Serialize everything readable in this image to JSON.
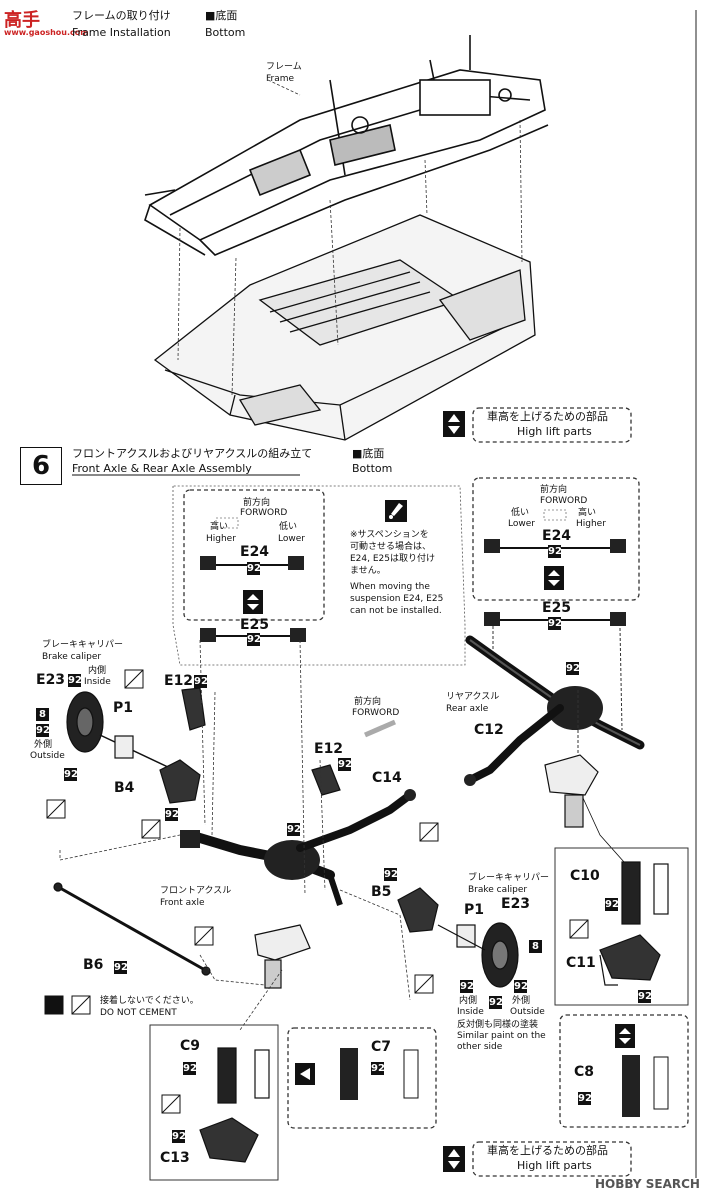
{
  "watermark": {
    "logo": "高手",
    "site": "www.gaoshou.com"
  },
  "step5": {
    "title_jp": "フレームの取り付け",
    "title_en": "Frame Installation",
    "view_jp": "■底面",
    "view_en": "Bottom",
    "frame_jp": "フレーム",
    "frame_en": "Frame",
    "highlift_jp": "車高を上げるための部品",
    "highlift_en": "High lift parts"
  },
  "step6": {
    "number": "6",
    "title_jp": "フロントアクスルおよびリヤアクスルの組み立て",
    "view_jp": "■底面",
    "title_en": "Front Axle & Rear Axle Assembly",
    "view_en": "Bottom",
    "left_box": {
      "dir_jp": "前方向",
      "dir_en": "FORWORD",
      "high_jp": "高い",
      "high_en": "Higher",
      "low_jp": "低い",
      "low_en": "Lower",
      "part": "E24",
      "num": "92"
    },
    "right_box": {
      "dir_jp": "前方向",
      "dir_en": "FORWORD",
      "low_jp": "低い",
      "low_en": "Lower",
      "high_jp": "高い",
      "high_en": "Higher",
      "part": "E24",
      "num": "92"
    },
    "note": {
      "jp1": "※サスペンションを",
      "jp2": "可動させる場合は、",
      "jp3": "E24, E25は取り付け",
      "jp4": "ません。",
      "en1": "When moving the",
      "en2": "suspension E24, E25",
      "en3": "can not be installed."
    },
    "e25_left": {
      "part": "E25",
      "num": "92"
    },
    "e25_right": {
      "part": "E25",
      "num": "92"
    },
    "left_caliper": {
      "jp": "ブレーキキャリパー",
      "en": "Brake caliper",
      "inside_jp": "内側",
      "inside_en": "Inside",
      "outside_jp": "外側",
      "outside_en": "Outside"
    },
    "right_caliper": {
      "jp": "ブレーキキャリパー",
      "en": "Brake caliper",
      "inside_jp": "内側",
      "inside_en": "Inside",
      "outside_jp": "外側",
      "outside_en": "Outside"
    },
    "parts": {
      "E23a": "E23",
      "E12a": "E12",
      "P1a": "P1",
      "B4": "B4",
      "E12b": "E12",
      "C14": "C14",
      "C12": "C12",
      "B5": "B5",
      "P1b": "P1",
      "E23b": "E23",
      "B6": "B6",
      "C10": "C10",
      "C11": "C11",
      "C9": "C9",
      "C7": "C7",
      "C8": "C8",
      "C13": "C13"
    },
    "nums": {
      "n92": "92",
      "n8": "8"
    },
    "forward": {
      "jp": "前方向",
      "en": "FORWORD"
    },
    "rear_axle": {
      "jp": "リヤアクスル",
      "en": "Rear axle"
    },
    "front_axle": {
      "jp": "フロントアクスル",
      "en": "Front axle"
    },
    "nocement": {
      "jp": "接着しないでください。",
      "en": "DO NOT CEMENT"
    },
    "similar": {
      "jp": "反対側も同様の塗装",
      "en1": "Similar paint on the",
      "en2": "other side"
    },
    "highlift_jp": "車高を上げるための部品",
    "highlift_en": "High lift parts"
  },
  "footer": {
    "brand": "HOBBY SEARCH"
  }
}
